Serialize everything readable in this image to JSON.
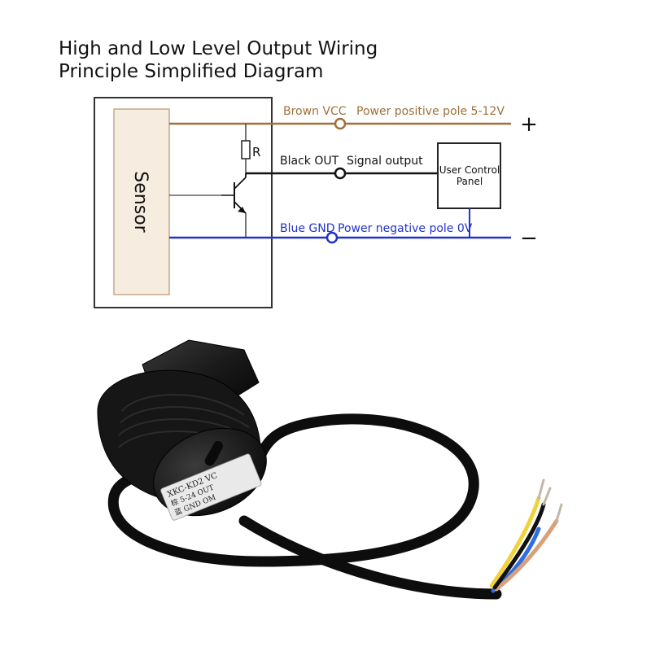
{
  "title": {
    "line1": "High and Low Level Output Wiring",
    "line2": "Principle Simplified Diagram"
  },
  "diagram": {
    "sensor_label": "Sensor",
    "resistor_label": "R",
    "panel_label_line1": "User Control",
    "panel_label_line2": "Panel",
    "wires": [
      {
        "name": "Brown VCC",
        "description": "Power positive pole 5-12V",
        "terminal": "+",
        "color": "#a0703a"
      },
      {
        "name": "Black OUT",
        "description": "Signal output",
        "terminal": "",
        "color": "#111111"
      },
      {
        "name": "Blue GND",
        "description": "Power negative pole 0V",
        "terminal": "−",
        "color": "#2233cc"
      }
    ]
  },
  "product": {
    "label_text": "XKC-KD2  VC",
    "label_text2": "棕 5-24  OUT",
    "label_text3": "蓝 GND  OM"
  },
  "colors": {
    "brown": "#a0703a",
    "blue": "#2233cc",
    "black": "#111111",
    "sensor_fill": "#f6ecdf",
    "sensor_border": "#c7a789"
  }
}
